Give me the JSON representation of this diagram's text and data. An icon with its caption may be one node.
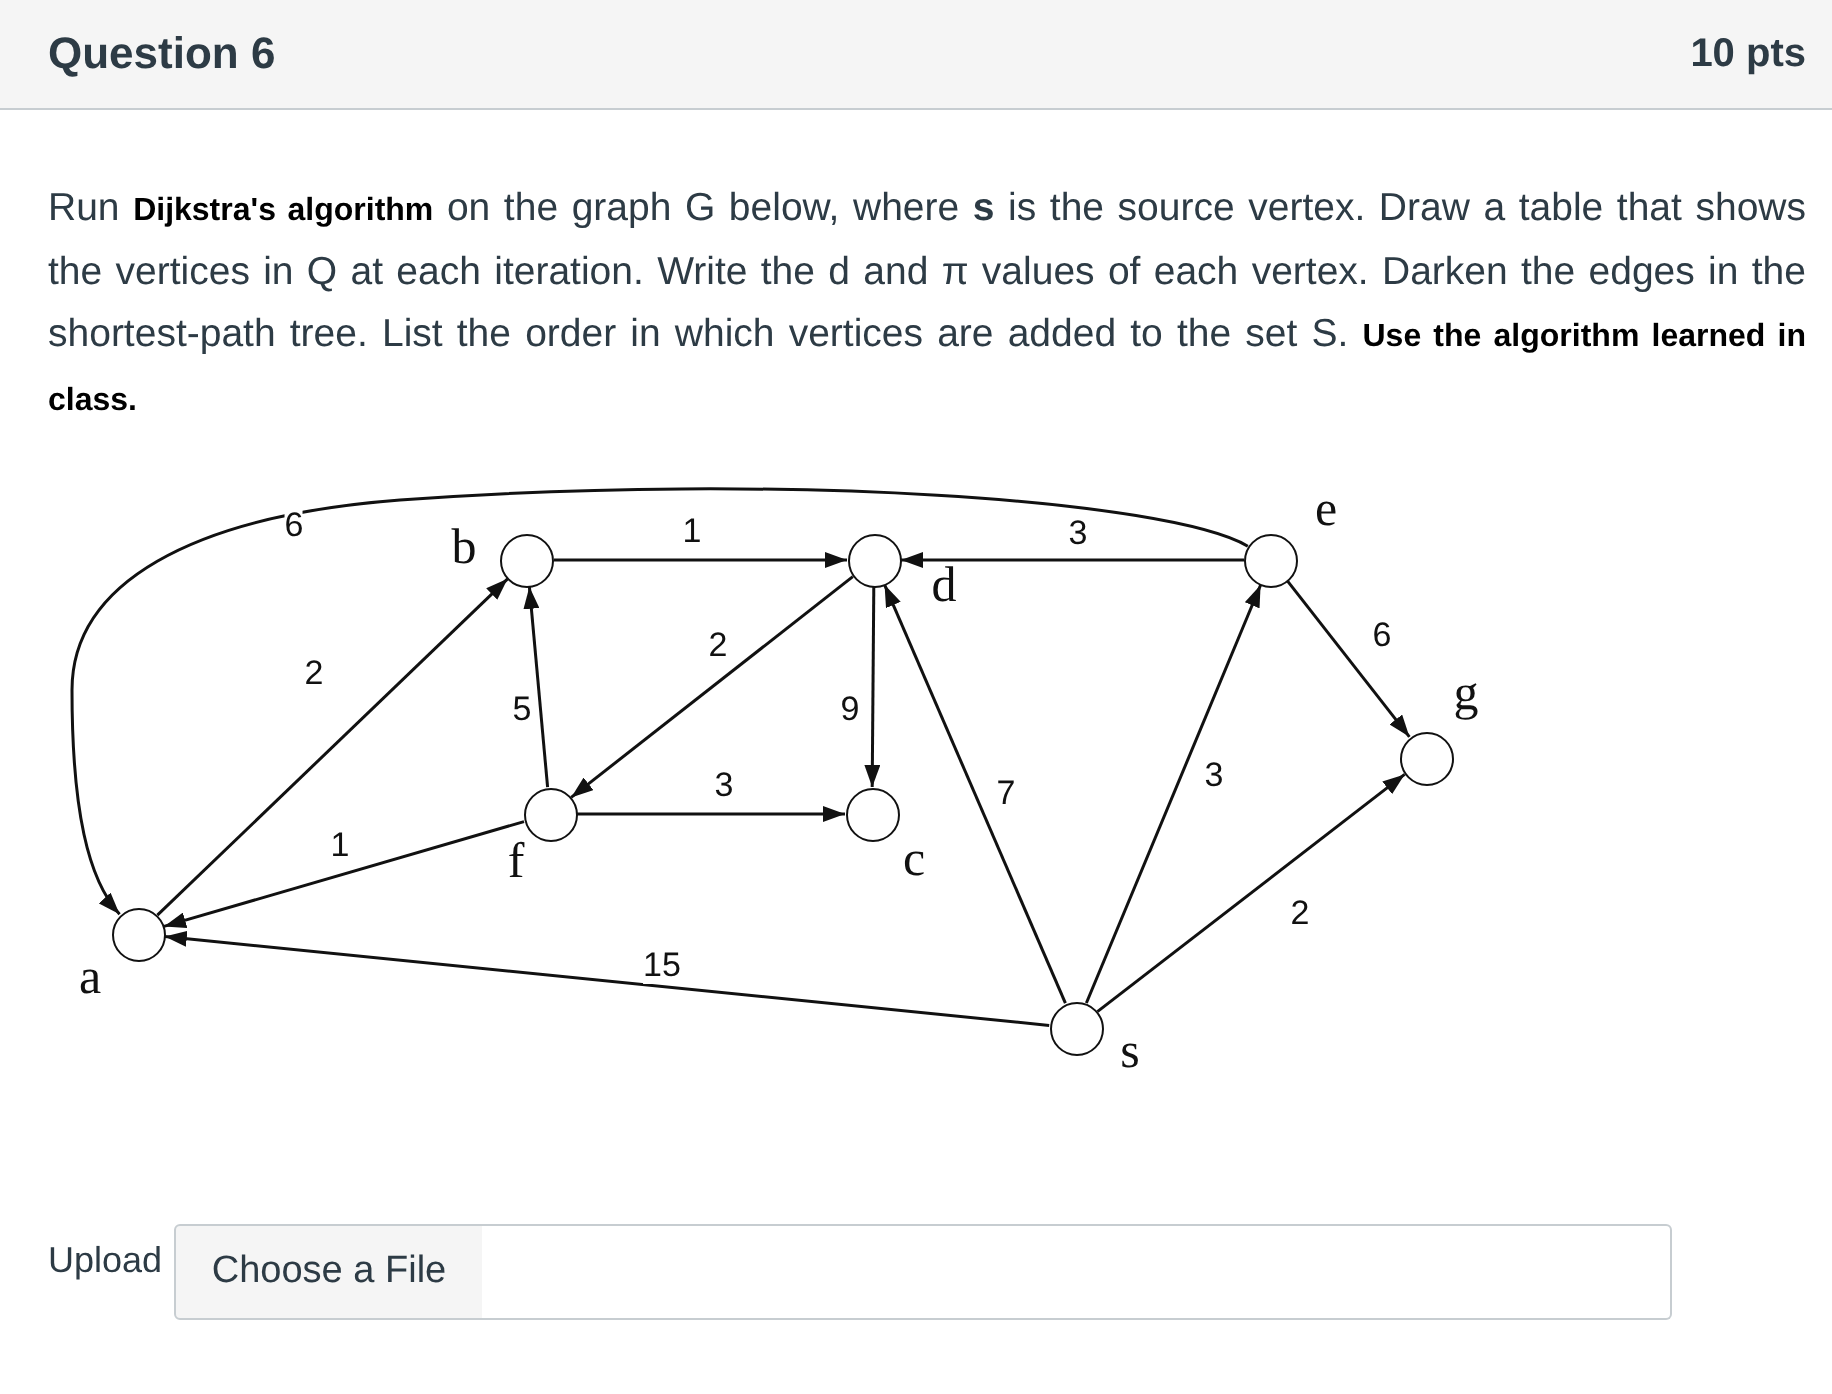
{
  "diagram": {
    "title": "Question 6",
    "nodes": [
      {
        "text": [],
        "shape": "circle",
        "beside": [
          "b"
        ]
      },
      {
        "text": [],
        "shape": "circle",
        "beside": [
          "d"
        ]
      },
      {
        "text": [],
        "shape": "circle",
        "beside": [
          "e"
        ]
      },
      {
        "text": [],
        "shape": "circle",
        "beside": [
          "g"
        ]
      },
      {
        "text": [],
        "shape": "circle",
        "beside": [
          "f"
        ]
      },
      {
        "text": [],
        "shape": "circle",
        "beside": [
          "c"
        ]
      },
      {
        "text": [],
        "shape": "circle",
        "beside": [
          "a"
        ]
      },
      {
        "text": [],
        "shape": "circle",
        "beside": [
          "s"
        ]
      }
    ],
    "edges": [
      {
        "from": 2,
        "to": 6,
        "arrow": "to",
        "label": "6"
      },
      {
        "from": 6,
        "to": 0,
        "arrow": "to",
        "label": "2"
      },
      {
        "from": 4,
        "to": 6,
        "arrow": "to",
        "label": "1"
      },
      {
        "from": 7,
        "to": 6,
        "arrow": "to",
        "label": "15"
      },
      {
        "from": 4,
        "to": 0,
        "arrow": "to",
        "label": "5"
      },
      {
        "from": 0,
        "to": 1,
        "arrow": "to",
        "label": "1"
      },
      {
        "from": 1,
        "to": 4,
        "arrow": "to",
        "label": "2"
      },
      {
        "from": 4,
        "to": 5,
        "arrow": "to",
        "label": "3"
      },
      {
        "from": 1,
        "to": 5,
        "arrow": "to",
        "label": "9"
      },
      {
        "from": 2,
        "to": 1,
        "arrow": "to",
        "label": "3"
      },
      {
        "from": 7,
        "to": 1,
        "arrow": "to",
        "label": "7"
      },
      {
        "from": 7,
        "to": 2,
        "arrow": "to",
        "label": "3"
      },
      {
        "from": 2,
        "to": 3,
        "arrow": "to",
        "label": "6"
      },
      {
        "from": 7,
        "to": 3,
        "arrow": "to",
        "label": "2"
      }
    ],
    "labels": [
      "10 pts",
      "Run **Dijkstra's algorithm** on the graph G below, where **s** is the source vertex. Draw a table that shows the vertices in Q at each iteration. Write the d and π values of each vertex. Darken the edges in the shortest-path tree. List the order in which vertices are added to the set S. **Use the algorithm learned in class.**",
      "Upload",
      "Choose a File"
    ]
  }
}
